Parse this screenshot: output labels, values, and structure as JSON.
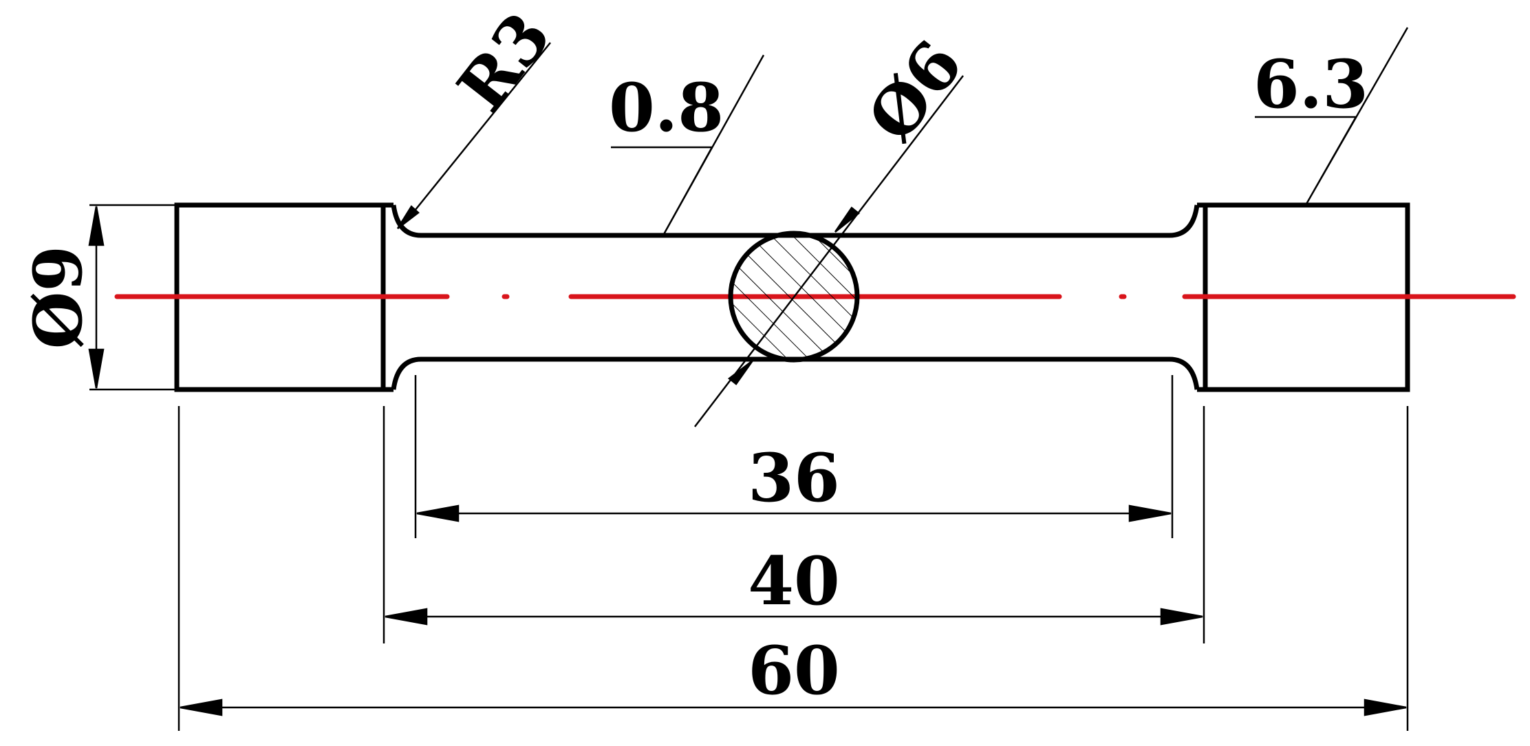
{
  "labels": {
    "fillet_radius": "R3",
    "roughness_gauge": "0.8",
    "gauge_diameter": "Ø6",
    "roughness_grip": "6.3",
    "grip_diameter": "Ø9",
    "gauge_length": "36",
    "reduced_length": "40",
    "total_length": "60"
  },
  "colors": {
    "outline": "#000000",
    "centerline": "#d9141b",
    "background": "#ffffff"
  }
}
